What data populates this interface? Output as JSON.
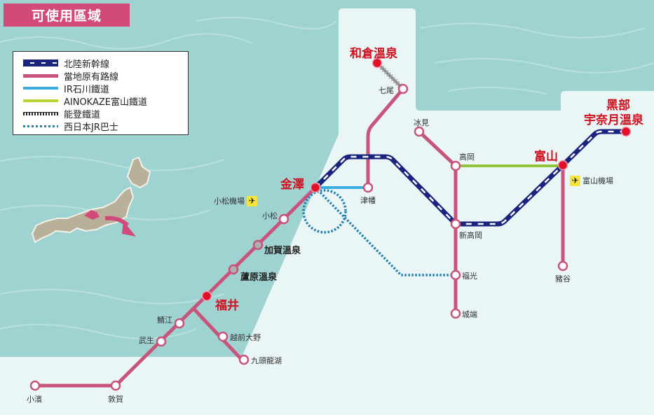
{
  "title": "可使用區域",
  "legend": [
    {
      "key": "shinkansen",
      "label": "北陸新幹線",
      "color": "#1a237e"
    },
    {
      "key": "local",
      "label": "當地原有路線",
      "color": "#c8547c"
    },
    {
      "key": "ir",
      "label": "IR石川鐵道",
      "color": "#3aaee0"
    },
    {
      "key": "aino",
      "label": "AINOKAZE富山鐵道",
      "color": "#b7d332"
    },
    {
      "key": "noto",
      "label": "能登鐵道",
      "color": "#222222"
    },
    {
      "key": "bus",
      "label": "西日本JR巴士",
      "color": "#1e7fb0"
    }
  ],
  "colors": {
    "sea": "#9fd3d1",
    "land": "#eaf5f5",
    "major_station": "#e0102a",
    "minor_station_fill": "#ffffff",
    "onsen_station": "#b0b0b0"
  },
  "stations": {
    "major": [
      {
        "name": "和倉溫泉"
      },
      {
        "name": "金澤"
      },
      {
        "name": "富山"
      },
      {
        "name": "黑部"
      },
      {
        "name": "宇奈月溫泉"
      },
      {
        "name": "福井"
      }
    ],
    "onsen": [
      {
        "name": "加賀溫泉"
      },
      {
        "name": "蘆原溫泉"
      }
    ],
    "minor": [
      {
        "name": "七尾"
      },
      {
        "name": "冰見"
      },
      {
        "name": "高岡"
      },
      {
        "name": "新高岡"
      },
      {
        "name": "津幡"
      },
      {
        "name": "小松"
      },
      {
        "name": "福光"
      },
      {
        "name": "城端"
      },
      {
        "name": "豬谷"
      },
      {
        "name": "鯖江"
      },
      {
        "name": "武生"
      },
      {
        "name": "越前大野"
      },
      {
        "name": "九頭龍湖"
      },
      {
        "name": "敦賀"
      },
      {
        "name": "小濱"
      }
    ]
  },
  "airports": [
    {
      "name": "小松機場"
    },
    {
      "name": "富山機場"
    }
  ],
  "icons": {
    "airport": "✈"
  }
}
